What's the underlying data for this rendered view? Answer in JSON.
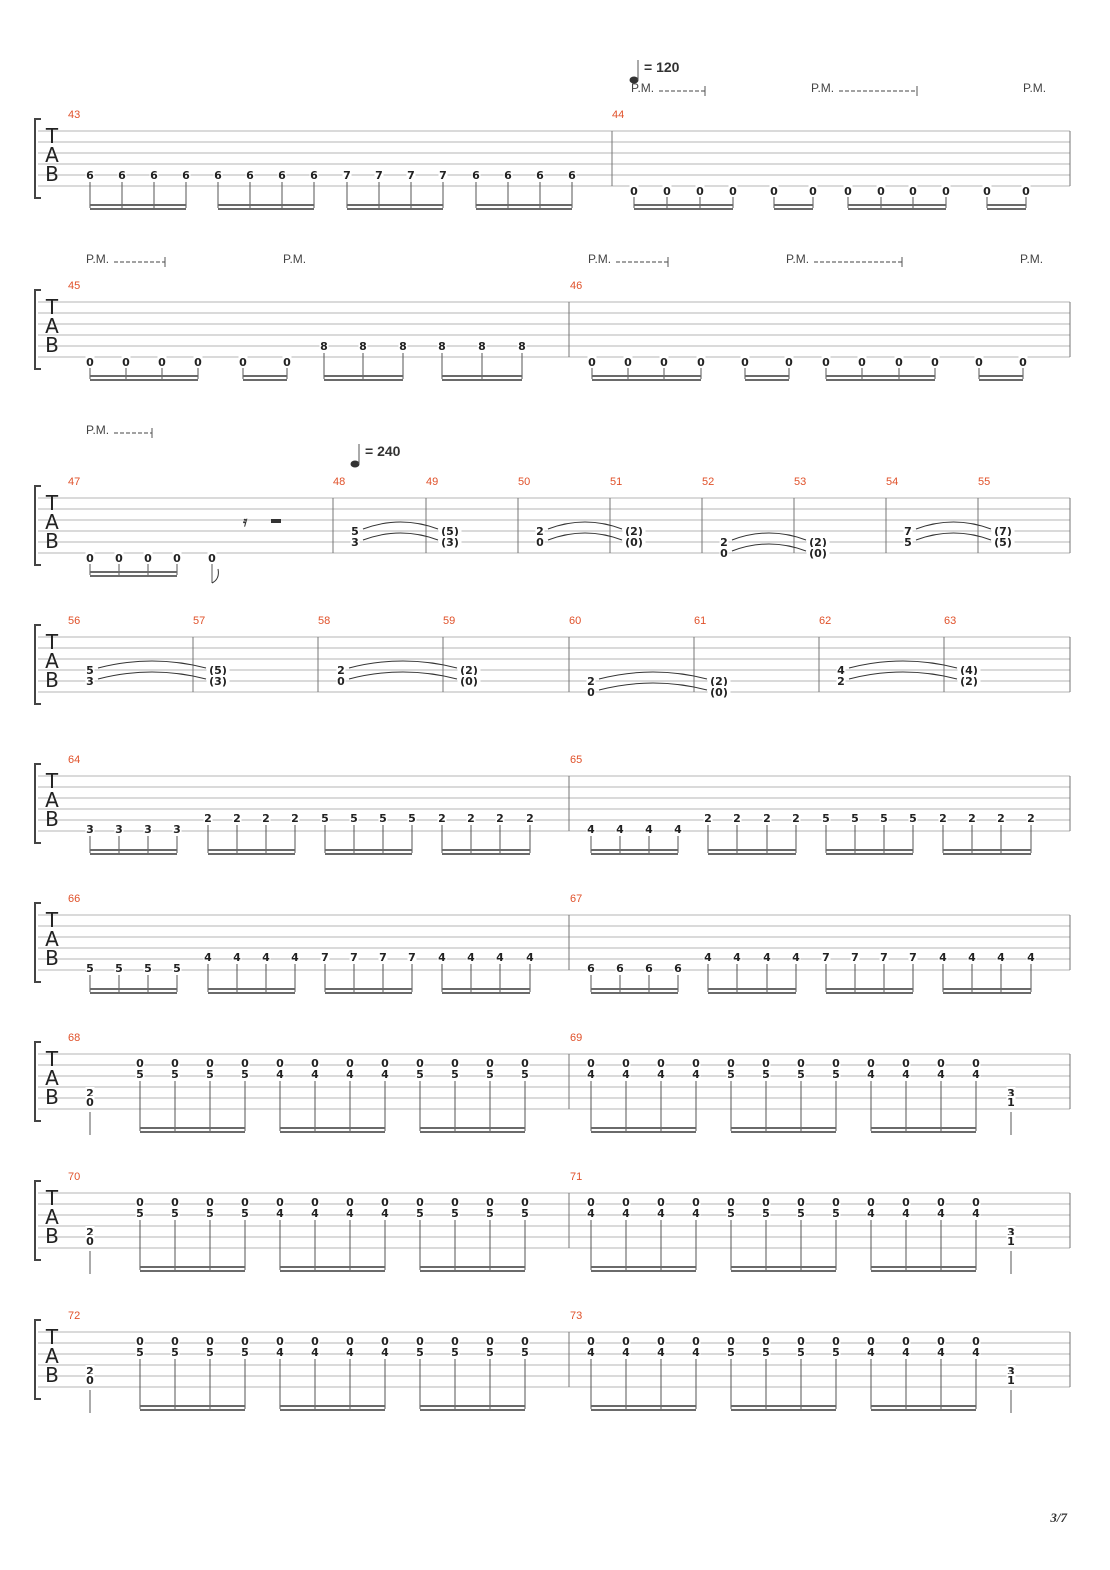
{
  "page_number": "3/7",
  "tab_clef": [
    "T",
    "A",
    "B"
  ],
  "pm_label": "P.M.",
  "tempo_marks": [
    {
      "measure": "44",
      "bpm": "120",
      "text": "= 120"
    },
    {
      "measure": "48",
      "bpm": "240",
      "text": "= 240"
    }
  ],
  "systems": [
    {
      "measures": [
        "43",
        "44"
      ],
      "tempo": "= 120",
      "pm_groups": [
        {
          "start_measure": "44",
          "label": "P.M.",
          "extended": true
        },
        {
          "start_measure": "44",
          "label": "P.M.",
          "extended": true
        },
        {
          "start_measure": "44",
          "label": "P.M.",
          "extended": false
        }
      ],
      "notes": {
        "43": [
          "6",
          "6",
          "6",
          "6",
          "6",
          "6",
          "6",
          "6",
          "7",
          "7",
          "7",
          "7",
          "6",
          "6",
          "6",
          "6"
        ],
        "44": [
          "0",
          "0",
          "0",
          "0",
          "0",
          "0",
          "0",
          "0",
          "0",
          "0",
          "0",
          "0"
        ]
      }
    },
    {
      "measures": [
        "45",
        "46"
      ],
      "notes": {
        "45": [
          "0",
          "0",
          "0",
          "0",
          "0",
          "0",
          "8",
          "8",
          "8",
          "8",
          "8",
          "8"
        ],
        "46": [
          "0",
          "0",
          "0",
          "0",
          "0",
          "0",
          "0",
          "0",
          "0",
          "0",
          "0",
          "0"
        ]
      }
    },
    {
      "measures": [
        "47",
        "48",
        "49",
        "50",
        "51",
        "52",
        "53",
        "54",
        "55"
      ],
      "tempo": "= 240",
      "notes": {
        "47": [
          "0",
          "0",
          "0",
          "0",
          "0"
        ],
        "48": [
          "5",
          "3"
        ],
        "49": [
          "(5)",
          "(3)"
        ],
        "50": [
          "2",
          "0"
        ],
        "51": [
          "(2)",
          "(0)"
        ],
        "52": [
          "2",
          "0"
        ],
        "53": [
          "(2)",
          "(0)"
        ],
        "54": [
          "7",
          "5"
        ],
        "55": [
          "(7)",
          "(5)"
        ]
      }
    },
    {
      "measures": [
        "56",
        "57",
        "58",
        "59",
        "60",
        "61",
        "62",
        "63"
      ],
      "notes": {
        "56": [
          "5",
          "3"
        ],
        "57": [
          "(5)",
          "(3)"
        ],
        "58": [
          "2",
          "0"
        ],
        "59": [
          "(2)",
          "(0)"
        ],
        "60": [
          "2",
          "0"
        ],
        "61": [
          "(2)",
          "(0)"
        ],
        "62": [
          "4",
          "2"
        ],
        "63": [
          "(4)",
          "(2)"
        ]
      }
    },
    {
      "measures": [
        "64",
        "65"
      ],
      "notes": {
        "64": [
          "3",
          "3",
          "3",
          "3",
          "2",
          "2",
          "2",
          "2",
          "5",
          "5",
          "5",
          "5",
          "2",
          "2",
          "2",
          "2"
        ],
        "65": [
          "4",
          "4",
          "4",
          "4",
          "2",
          "2",
          "2",
          "2",
          "5",
          "5",
          "5",
          "5",
          "2",
          "2",
          "2",
          "2"
        ]
      }
    },
    {
      "measures": [
        "66",
        "67"
      ],
      "notes": {
        "66": [
          "5",
          "5",
          "5",
          "5",
          "4",
          "4",
          "4",
          "4",
          "7",
          "7",
          "7",
          "7",
          "4",
          "4",
          "4",
          "4"
        ],
        "67": [
          "6",
          "6",
          "6",
          "6",
          "4",
          "4",
          "4",
          "4",
          "7",
          "7",
          "7",
          "7",
          "4",
          "4",
          "4",
          "4"
        ]
      }
    },
    {
      "measures": [
        "68",
        "69"
      ],
      "chords_a": [
        [
          "2",
          "0"
        ],
        [
          "0",
          "5"
        ],
        [
          "0",
          "4"
        ],
        [
          "0",
          "5"
        ]
      ],
      "chords_b": [
        [
          "0",
          "4"
        ],
        [
          "0",
          "5"
        ],
        [
          "0",
          "4"
        ],
        [
          "3",
          "1"
        ]
      ]
    },
    {
      "measures": [
        "70",
        "71"
      ],
      "chords_a": [
        [
          "2",
          "0"
        ],
        [
          "0",
          "5"
        ],
        [
          "0",
          "4"
        ],
        [
          "0",
          "5"
        ]
      ],
      "chords_b": [
        [
          "0",
          "4"
        ],
        [
          "0",
          "5"
        ],
        [
          "0",
          "4"
        ],
        [
          "3",
          "1"
        ]
      ]
    },
    {
      "measures": [
        "72",
        "73"
      ],
      "chords_a": [
        [
          "2",
          "0"
        ],
        [
          "0",
          "5"
        ],
        [
          "0",
          "4"
        ],
        [
          "0",
          "5"
        ]
      ],
      "chords_b": [
        [
          "0",
          "4"
        ],
        [
          "0",
          "5"
        ],
        [
          "0",
          "4"
        ],
        [
          "3",
          "1"
        ]
      ]
    }
  ]
}
